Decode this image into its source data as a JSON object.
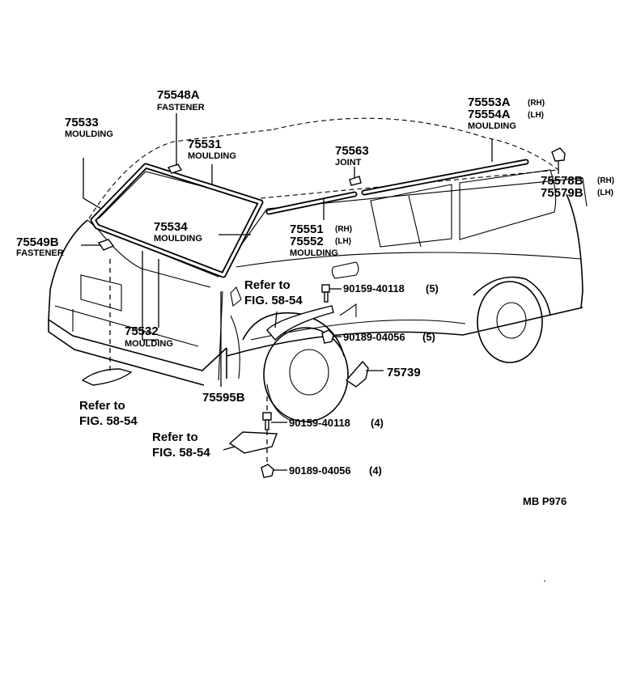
{
  "diagram_code": "MB P976",
  "parts": {
    "p75548A": {
      "number": "75548A",
      "name": "FASTENER"
    },
    "p75533": {
      "number": "75533",
      "name": "MOULDING"
    },
    "p75531": {
      "number": "75531",
      "name": "MOULDING"
    },
    "p75534": {
      "number": "75534",
      "name": "MOULDING"
    },
    "p75549B": {
      "number": "75549B",
      "name": "FASTENER"
    },
    "p75532": {
      "number": "75532",
      "name": "MOULDING"
    },
    "p75553A": {
      "number": "75553A",
      "side": "(RH)"
    },
    "p75554A": {
      "number": "75554A",
      "side": "(LH)",
      "name": "MOULDING"
    },
    "p75563": {
      "number": "75563",
      "name": "JOINT"
    },
    "p75578B": {
      "number": "75578B",
      "side": "(RH)"
    },
    "p75579B": {
      "number": "75579B",
      "side": "(LH)"
    },
    "p75551": {
      "number": "75551",
      "side": "(RH)"
    },
    "p75552": {
      "number": "75552",
      "side": "(LH)",
      "name": "MOULDING"
    },
    "p75595B": {
      "number": "75595B"
    },
    "p75739": {
      "number": "75739"
    }
  },
  "fasteners": {
    "f1": {
      "code": "90159-40118",
      "qty": "(5)"
    },
    "f2": {
      "code": "90189-04056",
      "qty": "(5)"
    },
    "f3": {
      "code": "90159-40118",
      "qty": "(4)"
    },
    "f4": {
      "code": "90189-04056",
      "qty": "(4)"
    }
  },
  "references": {
    "r1": {
      "line1": "Refer to",
      "line2": "FIG. 58-54"
    },
    "r2": {
      "line1": "Refer to",
      "line2": "FIG. 58-54"
    },
    "r3": {
      "line1": "Refer to",
      "line2": "FIG. 58-54"
    }
  }
}
